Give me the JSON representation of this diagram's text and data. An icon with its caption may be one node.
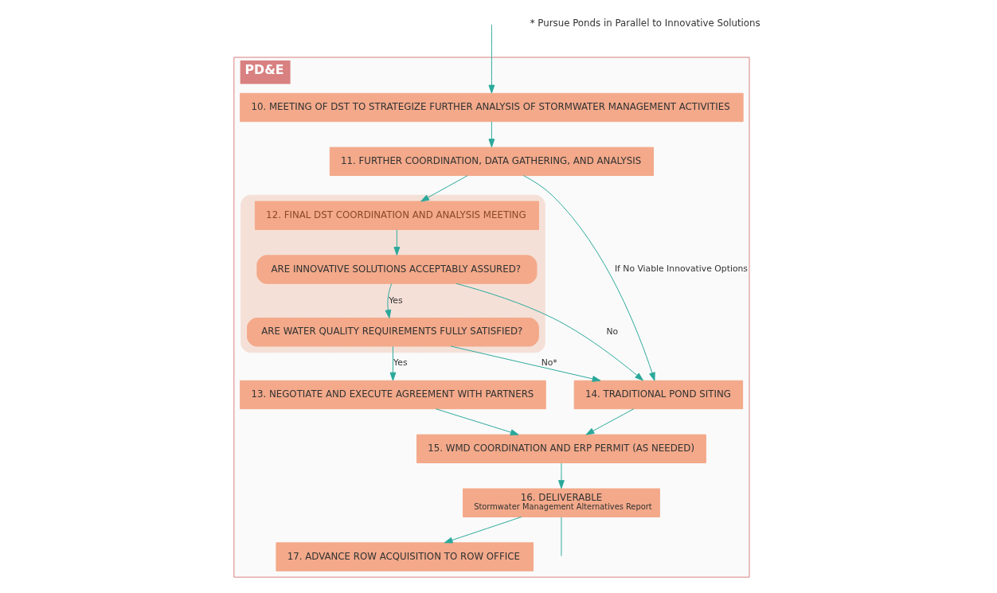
{
  "diagram": {
    "nodes": [
      {
        "text": [
          "PD&E"
        ]
      },
      {
        "text": [
          "10. MEETING OF DST TO STRATEGIZE FURTHER ANALYSIS OF STORMWATER MANAGEMENT ACTIVITIES"
        ],
        "in": 0
      },
      {
        "text": [
          "11. FURTHER COORDINATION, DATA GATHERING, AND ANALYSIS"
        ],
        "in": 0
      },
      {
        "text": [],
        "shape": "box",
        "in": 0
      },
      {
        "text": [
          "12. FINAL DST COORDINATION AND ANALYSIS MEETING"
        ],
        "in": 3
      },
      {
        "text": [
          "ARE INNOVATIVE SOLUTIONS ACCEPTABLY ASSURED?"
        ],
        "in": 3
      },
      {
        "text": [
          "ARE WATER QUALITY REQUIREMENTS FULLY SATISFIED?"
        ],
        "in": 3
      },
      {
        "text": [
          "14. TRADITIONAL POND SITING"
        ],
        "in": 0
      },
      {
        "text": [
          "13. NEGOTIATE AND EXECUTE AGREEMENT WITH PARTNERS"
        ],
        "in": 0
      },
      {
        "text": [
          "15. WMD COORDINATION AND ERP PERMIT (AS NEEDED)"
        ],
        "in": 0
      },
      {
        "text": [
          "16. DELIVERABLE",
          "Stormwater Management Alternatives Report"
        ],
        "in": 0
      },
      {
        "text": [
          "17. ADVANCE ROW ACQUISITION TO ROW OFFICE"
        ],
        "in": 0
      }
    ],
    "edges": [
      {
        "from": null,
        "to": 1,
        "arrow": "to"
      },
      {
        "from": 1,
        "to": 2,
        "arrow": "to"
      },
      {
        "from": 2,
        "to": 4,
        "arrow": "to"
      },
      {
        "from": 4,
        "to": 5,
        "arrow": "to"
      },
      {
        "from": 5,
        "to": 6,
        "arrow": "to",
        "label": "Yes"
      },
      {
        "from": 2,
        "to": 7,
        "arrow": "to",
        "label": "If No Viable Innovative Options"
      },
      {
        "from": 5,
        "to": 7,
        "arrow": "to",
        "label": "No"
      },
      {
        "from": 6,
        "to": 7,
        "arrow": "to",
        "label": "No*"
      },
      {
        "from": 6,
        "to": 8,
        "arrow": "to",
        "label": "Yes"
      },
      {
        "from": 8,
        "to": 9,
        "arrow": "to"
      },
      {
        "from": 7,
        "to": 9,
        "arrow": "to"
      },
      {
        "from": 9,
        "to": 10,
        "arrow": "to"
      },
      {
        "from": 10,
        "to": 11,
        "arrow": "to"
      },
      {
        "from": 10,
        "to": null,
        "arrow": "none"
      }
    ],
    "labels": [
      "* Pursue Ponds in Parallel to Innovative Solutions"
    ]
  }
}
